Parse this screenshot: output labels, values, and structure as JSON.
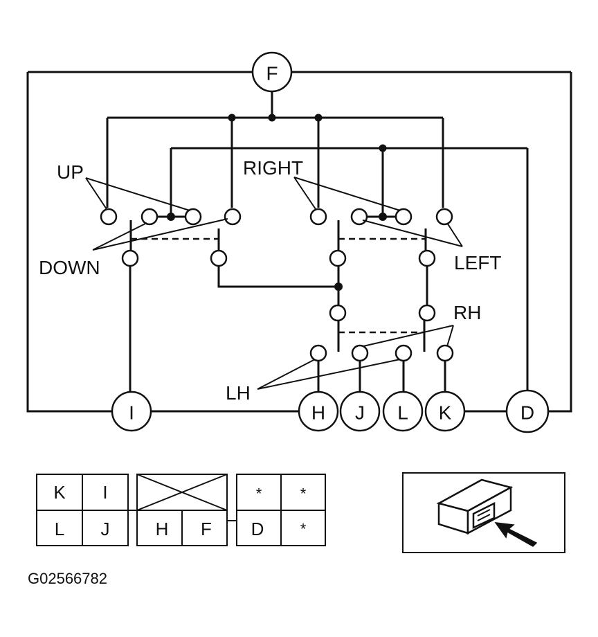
{
  "pins": {
    "F": "F",
    "I": "I",
    "H": "H",
    "J": "J",
    "L": "L",
    "K": "K",
    "D": "D"
  },
  "labels": {
    "up": "UP",
    "down": "DOWN",
    "right": "RIGHT",
    "left": "LEFT",
    "rh": "RH",
    "lh": "LH"
  },
  "connector": {
    "row1": [
      "K",
      "I",
      "",
      "",
      "*",
      "*"
    ],
    "row2": [
      "L",
      "J",
      "H",
      "F",
      "D",
      "*"
    ]
  },
  "figure_code": "G02566782"
}
